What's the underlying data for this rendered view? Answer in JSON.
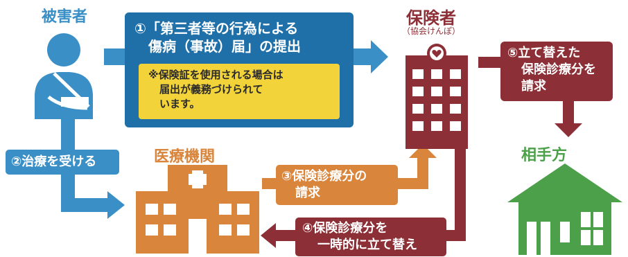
{
  "actors": {
    "victim": "被害者",
    "insurer": "保険者",
    "insurer_sub": "（協会けんぽ）",
    "hospital": "医療機関",
    "counterparty": "相手方"
  },
  "steps": {
    "s1_line1": "①「第三者等の行為による",
    "s1_line2": "傷病（事故）届」の提出",
    "s1_note_line1": "※保険証を使用される場合は",
    "s1_note_line2": "届出が義務づけられて",
    "s1_note_line3": "います。",
    "s2": "②治療を受ける",
    "s3_line1": "③保険診療分の",
    "s3_line2": "請求",
    "s4_line1": "④保険診療分を",
    "s4_line2": "一時的に立て替え",
    "s5_line1": "⑤立て替えた",
    "s5_line2": "保険診療分を",
    "s5_line3": "請求"
  },
  "colors": {
    "blue": "#3a8fc6",
    "dark_blue": "#1f6fa8",
    "orange": "#d9853c",
    "maroon": "#8c2f36",
    "green": "#4ca04a",
    "note_yellow": "#f2d33a"
  },
  "icons": {
    "victim": "injured-person-icon",
    "insurer": "office-building-heart-icon",
    "hospital": "hospital-building-icon",
    "counterparty": "house-icon"
  }
}
